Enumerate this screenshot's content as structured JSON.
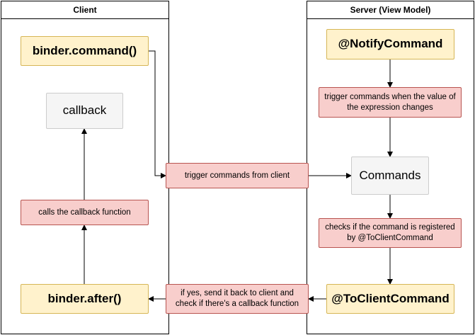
{
  "lanes": {
    "client": "Client",
    "server": "Server (View Model)"
  },
  "nodes": {
    "binder_command": "binder.command()",
    "callback": "callback",
    "calls_callback": "calls the callback function",
    "binder_after": "binder.after()",
    "notify_command": "@NotifyCommand",
    "trigger_when_changes": "trigger commands when the value of the expression changes",
    "commands": "Commands",
    "checks_registered": "checks if the command is registered by @ToClientCommand",
    "to_client_command": "@ToClientCommand",
    "trigger_from_client": "trigger commands from client",
    "send_back": "if yes, send it back to client and check if there's a callback function"
  },
  "colors": {
    "yellow_fill": "#fff2cc",
    "yellow_stroke": "#d6b656",
    "red_fill": "#f8cecc",
    "red_stroke": "#b85450",
    "grey_fill": "#f5f5f5",
    "grey_stroke": "#cccccc"
  }
}
